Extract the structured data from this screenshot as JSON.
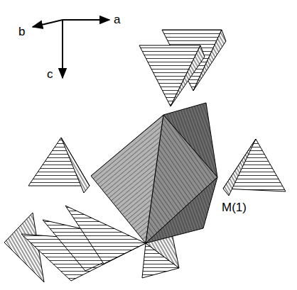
{
  "diagram": {
    "labels": [
      "b",
      "a",
      "c",
      "M(1)"
    ]
  }
}
